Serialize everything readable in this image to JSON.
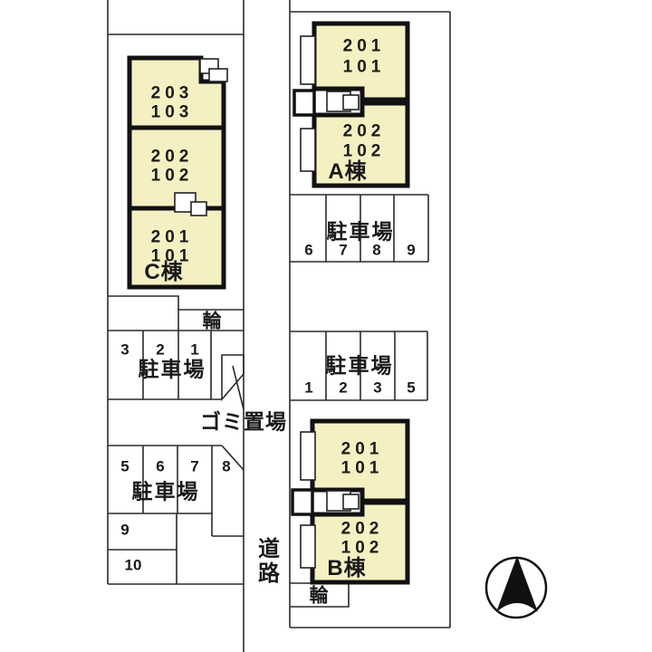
{
  "colors": {
    "background": "#ffffff",
    "line": "#2a2a2a",
    "building_fill": "#f4f0c2"
  },
  "buildings": {
    "a": {
      "name": "A棟",
      "units": [
        {
          "upper": "201",
          "lower": "101"
        },
        {
          "upper": "202",
          "lower": "102"
        }
      ]
    },
    "b": {
      "name": "B棟",
      "units": [
        {
          "upper": "201",
          "lower": "101"
        },
        {
          "upper": "202",
          "lower": "102"
        }
      ]
    },
    "c": {
      "name": "C棟",
      "units": [
        {
          "upper": "203",
          "lower": "103"
        },
        {
          "upper": "202",
          "lower": "102"
        },
        {
          "upper": "201",
          "lower": "101"
        }
      ]
    }
  },
  "parking": {
    "right_upper": {
      "label": "駐車場",
      "stalls": [
        "6",
        "7",
        "8",
        "9"
      ]
    },
    "right_lower": {
      "label": "駐車場",
      "stalls": [
        "1",
        "2",
        "3",
        "5"
      ]
    },
    "left_upper": {
      "label": "駐車場",
      "stalls": [
        "3",
        "2",
        "1"
      ]
    },
    "left_lower": {
      "label": "駐車場",
      "stalls": [
        "5",
        "6",
        "7",
        "8",
        "9",
        "10"
      ]
    }
  },
  "annotations": {
    "bicycle_left": "輪",
    "bicycle_right": "輪",
    "garbage": "ゴミ置場",
    "road": "道路"
  },
  "icons": {
    "compass": "north-arrow-compass"
  }
}
